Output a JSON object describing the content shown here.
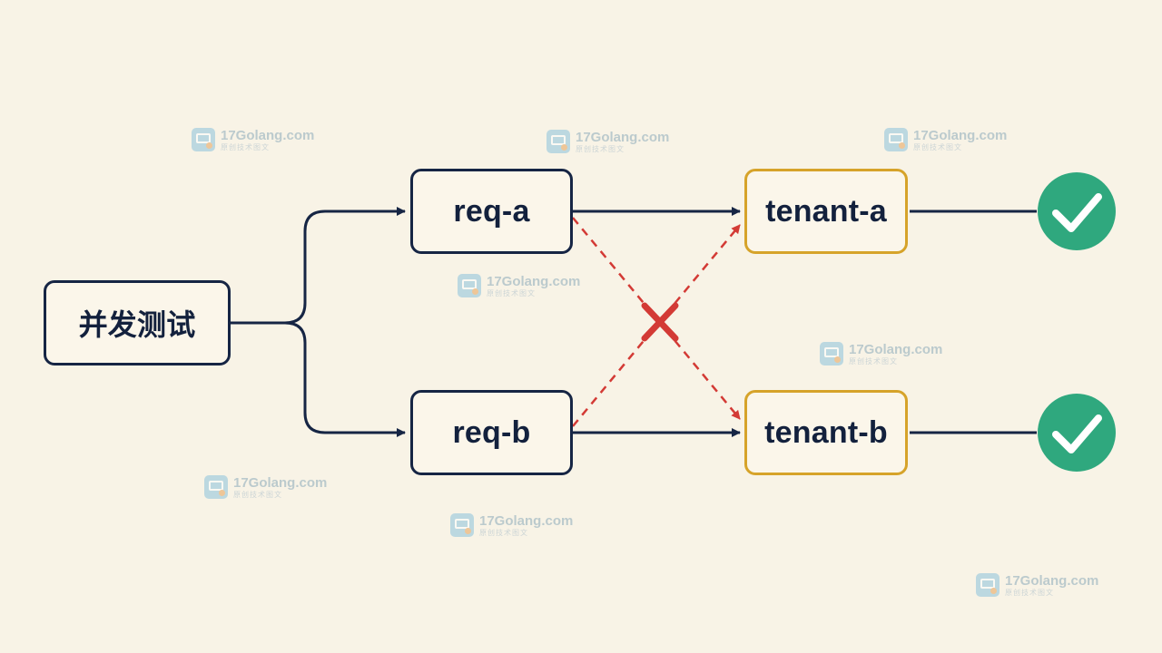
{
  "nodes": {
    "root": {
      "label": "并发测试"
    },
    "req_a": {
      "label": "req-a"
    },
    "req_b": {
      "label": "req-b"
    },
    "tenant_a": {
      "label": "tenant-a"
    },
    "tenant_b": {
      "label": "tenant-b"
    }
  },
  "colors": {
    "navy": "#162544",
    "gold": "#d6a32a",
    "red": "#d33a35",
    "success": "#2fa87e",
    "background": "#f8f3e6"
  },
  "icons": {
    "cross": "x-mark-icon",
    "success": "check-circle-icon"
  },
  "watermark": {
    "text": "17Golang.com",
    "subtext": "原创技术图文"
  }
}
